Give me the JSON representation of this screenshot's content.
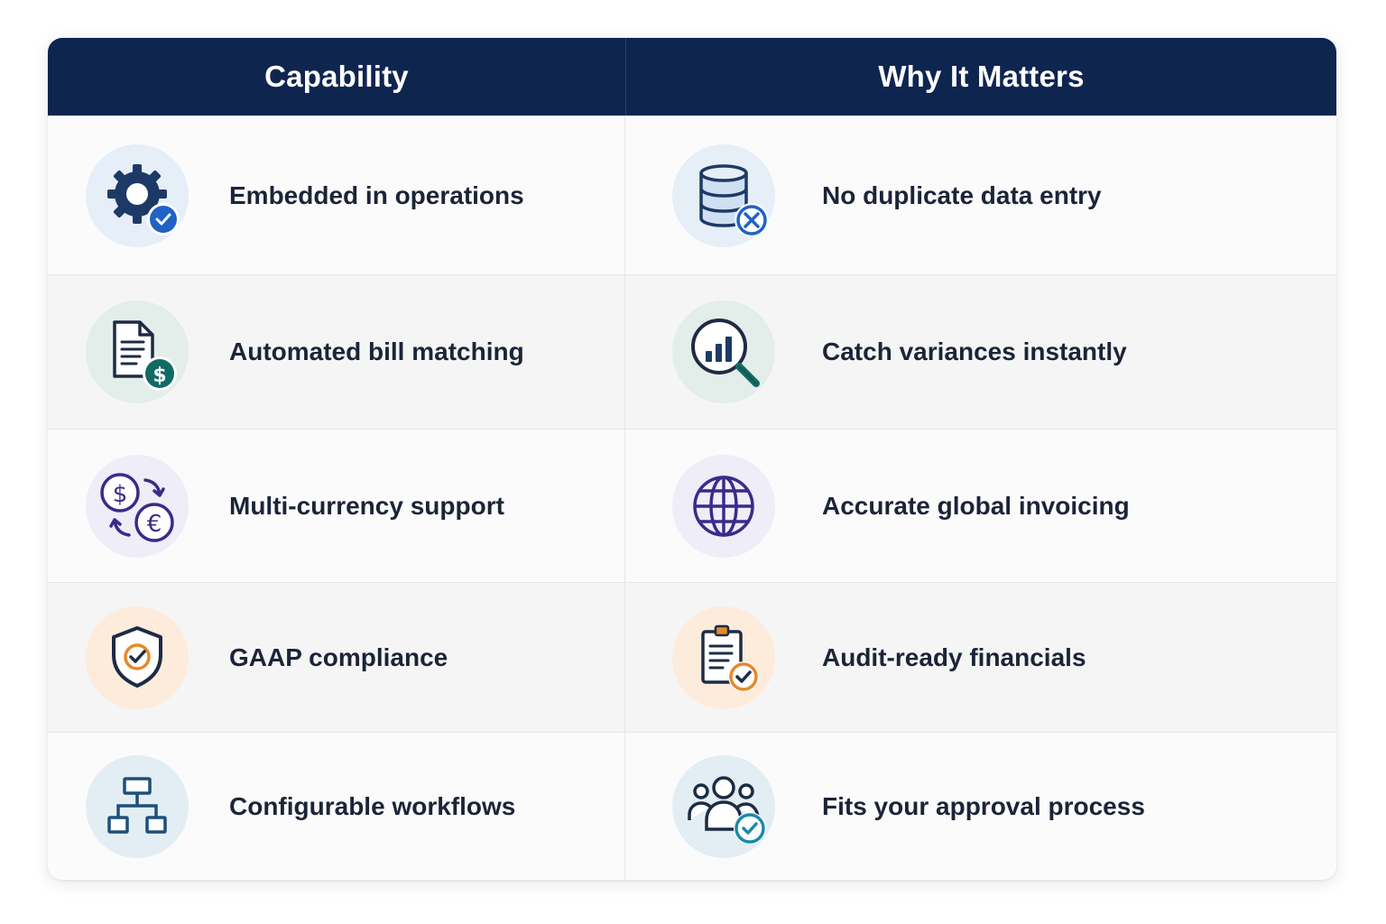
{
  "header": {
    "capability": "Capability",
    "why": "Why It Matters"
  },
  "rows": [
    {
      "capability": {
        "label": "Embedded in operations",
        "icon": "gear-check-icon",
        "bg": "#e6eef8"
      },
      "why": {
        "label": "No duplicate data entry",
        "icon": "database-x-icon",
        "bg": "#e6eef8"
      }
    },
    {
      "capability": {
        "label": "Automated bill matching",
        "icon": "document-dollar-icon",
        "bg": "#e3ede9"
      },
      "why": {
        "label": "Catch variances instantly",
        "icon": "magnifier-chart-icon",
        "bg": "#e3ede9"
      }
    },
    {
      "capability": {
        "label": "Multi-currency support",
        "icon": "currency-exchange-icon",
        "bg": "#efedf8"
      },
      "why": {
        "label": "Accurate global invoicing",
        "icon": "globe-icon",
        "bg": "#efedf8"
      }
    },
    {
      "capability": {
        "label": "GAAP compliance",
        "icon": "shield-check-icon",
        "bg": "#fdebdc"
      },
      "why": {
        "label": "Audit-ready financials",
        "icon": "clipboard-check-icon",
        "bg": "#fdebdc"
      }
    },
    {
      "capability": {
        "label": "Configurable workflows",
        "icon": "workflow-icon",
        "bg": "#e3eef4"
      },
      "why": {
        "label": "Fits your approval process",
        "icon": "team-check-icon",
        "bg": "#e3eef4"
      }
    }
  ],
  "colors": {
    "header_bg": "#0e2550",
    "navy": "#1d3a66",
    "blue": "#1f63c4",
    "teal": "#116b64",
    "purple": "#3b2a8c",
    "orange": "#e58a2b"
  }
}
